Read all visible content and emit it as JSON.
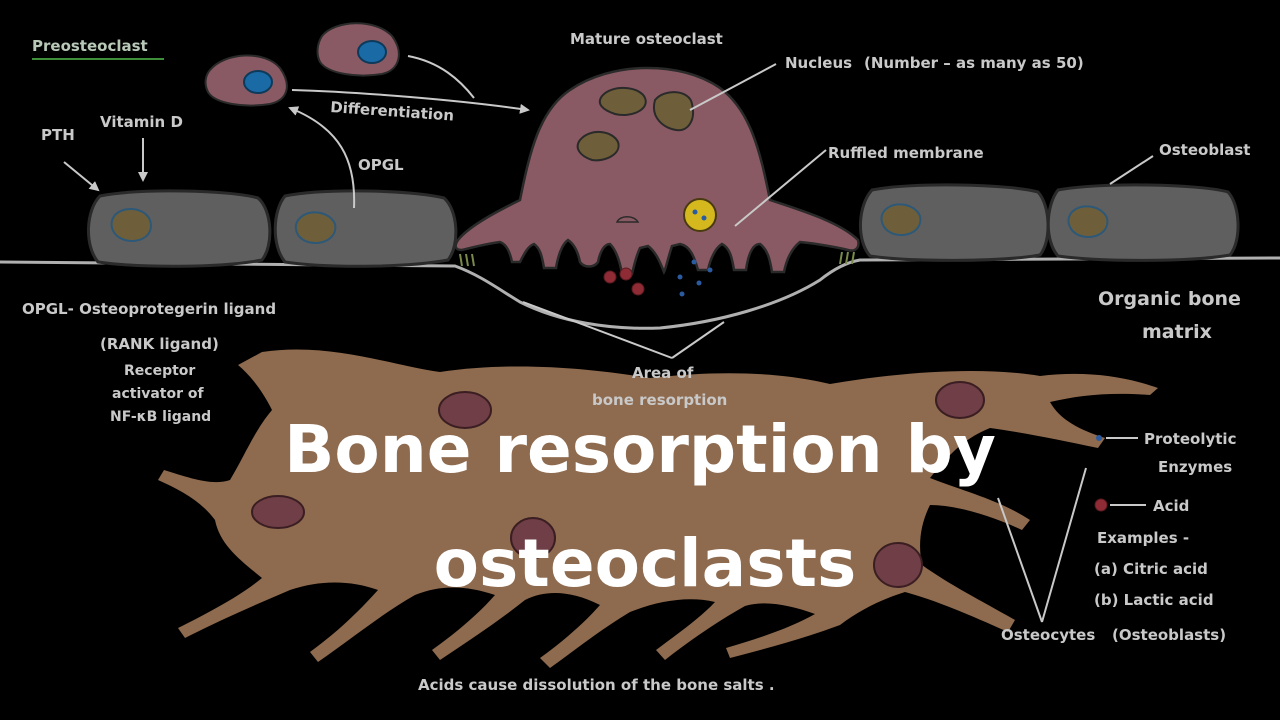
{
  "title": {
    "line1": "Bone resorption by",
    "line2": "osteoclasts"
  },
  "labels": {
    "preosteoclast": "Preosteoclast",
    "mature_osteoclast": "Mature osteoclast",
    "nucleus": "Nucleus",
    "nucleus_note": "(Number – as many as 50)",
    "pth": "PTH",
    "vitamin_d": "Vitamin D",
    "differentiation": "Differentiation",
    "opgl": "OPGL",
    "ruffled_membrane": "Ruffled membrane",
    "osteoblast": "Osteoblast",
    "opgl_def": "OPGL- Osteoprotegerin ligand",
    "rank_ligand": "(RANK ligand)",
    "receptor_1": "Receptor",
    "receptor_2": "activator of",
    "receptor_3": "NF-κB ligand",
    "organic_1": "Organic bone",
    "organic_2": "matrix",
    "area_1": "Area of",
    "area_2": "bone resorption",
    "osteocytes": "Osteocytes",
    "osteoblasts_paren": "(Osteoblasts)",
    "footer": "Acids cause dissolution of the bone salts ."
  },
  "legend": {
    "enzymes_1": "Proteolytic",
    "enzymes_2": "Enzymes",
    "acid": "Acid",
    "examples": "Examples -",
    "example_a": "(a) Citric acid",
    "example_b": "(b) Lactic acid"
  },
  "colors": {
    "background": "#000000",
    "osteoclast": "#8a5a64",
    "osteoblast": "#5f5f5f",
    "osteocyte": "#8e6a4e",
    "enzyme_dot": "#2a5aa0",
    "acid_dot": "#8e2b34",
    "text": "#c9c9c9",
    "title_text": "#ffffff"
  }
}
